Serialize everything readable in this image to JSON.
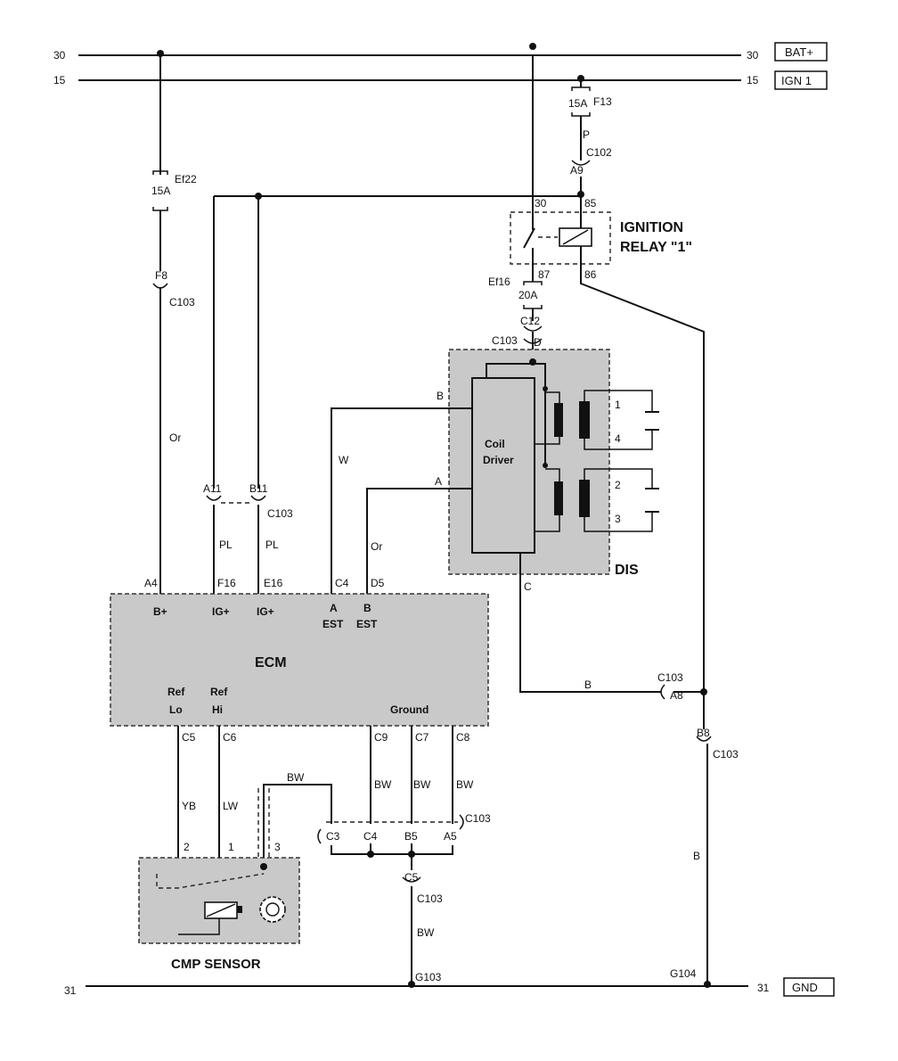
{
  "rails": {
    "bat_num": "30",
    "bat_label": "BAT+",
    "ign_num": "15",
    "ign_label": "IGN 1",
    "gnd_num": "31",
    "gnd_label": "GND"
  },
  "fuses": {
    "ef22_amp": "15A",
    "ef22_name": "Ef22",
    "f13_amp": "15A",
    "f13_name": "F13",
    "ef16_amp": "20A",
    "ef16_name": "Ef16"
  },
  "relay": {
    "title_line1": "IGNITION",
    "title_line2": "RELAY \"1\"",
    "pin30": "30",
    "pin85": "85",
    "pin87": "87",
    "pin86": "86"
  },
  "dis": {
    "label": "DIS",
    "coil_driver_line1": "Coil",
    "coil_driver_line2": "Driver",
    "pin_b": "B",
    "pin_a": "A",
    "pin_c": "C",
    "pin_d": "D",
    "plug1": "1",
    "plug4": "4",
    "plug2": "2",
    "plug3": "3"
  },
  "ecm": {
    "label": "ECM",
    "pin_b_plus": "B+",
    "pin_ig_plus_1": "IG+",
    "pin_ig_plus_2": "IG+",
    "pin_a": "A",
    "pin_a_sub": "EST",
    "pin_b": "B",
    "pin_b_sub": "EST",
    "ref_lo_1": "Ref",
    "ref_lo_2": "Lo",
    "ref_hi_1": "Ref",
    "ref_hi_2": "Hi",
    "ground": "Ground",
    "top_pins": [
      "A4",
      "F16",
      "E16",
      "C4",
      "D5"
    ],
    "bottom_pins": [
      "C5",
      "C6",
      "C9",
      "C7",
      "C8"
    ]
  },
  "cmp": {
    "label": "CMP SENSOR",
    "pin2": "2",
    "pin1": "1",
    "pin3": "3"
  },
  "connectors": {
    "c103": "C103",
    "c102": "C102",
    "c12": "C12",
    "f8": "F8",
    "a9": "A9",
    "a11": "A11",
    "b11": "B11",
    "a8": "A8",
    "b8": "B8",
    "c3": "C3",
    "c4": "C4",
    "b5": "B5",
    "a5": "A5",
    "c5": "C5",
    "g103": "G103",
    "g104": "G104"
  },
  "wires": {
    "or1": "Or",
    "p": "P",
    "pl1": "PL",
    "pl2": "PL",
    "w": "W",
    "or2": "Or",
    "b1": "B",
    "b2": "B",
    "yb": "YB",
    "lw": "LW",
    "bw_shield": "BW",
    "bw1": "BW",
    "bw2": "BW",
    "bw3": "BW",
    "bw4": "BW"
  }
}
